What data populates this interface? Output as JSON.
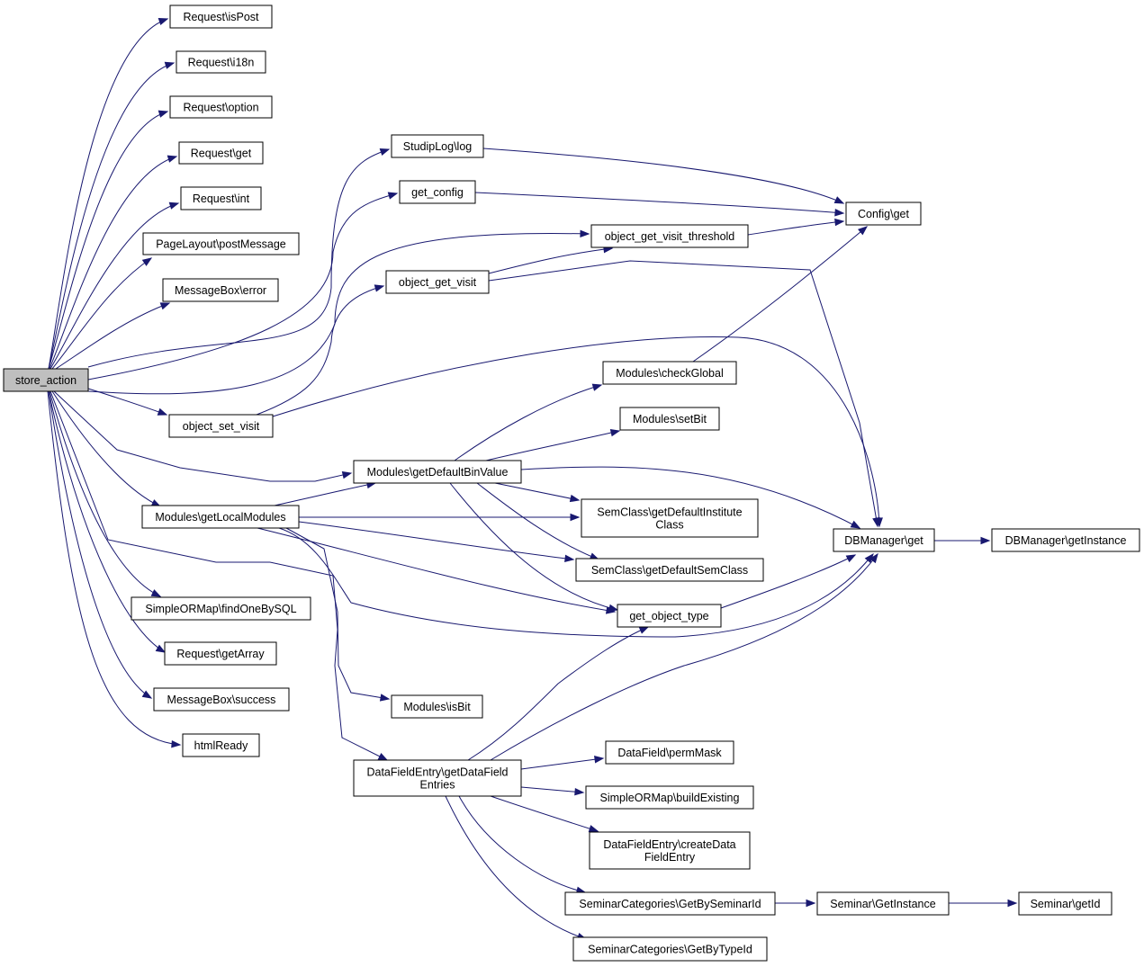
{
  "graph": {
    "edge_color": "#191970",
    "root_fill": "#bfbfbf",
    "nodes": [
      {
        "id": "store_action",
        "lines": [
          "store_action"
        ],
        "root": true
      },
      {
        "id": "r_ispost",
        "lines": [
          "Request\\isPost"
        ]
      },
      {
        "id": "r_i18n",
        "lines": [
          "Request\\i18n"
        ]
      },
      {
        "id": "r_option",
        "lines": [
          "Request\\option"
        ]
      },
      {
        "id": "r_get",
        "lines": [
          "Request\\get"
        ]
      },
      {
        "id": "r_int",
        "lines": [
          "Request\\int"
        ]
      },
      {
        "id": "pl_postmessage",
        "lines": [
          "PageLayout\\postMessage"
        ]
      },
      {
        "id": "mb_error",
        "lines": [
          "MessageBox\\error"
        ]
      },
      {
        "id": "object_set_visit",
        "lines": [
          "object_set_visit"
        ]
      },
      {
        "id": "mod_getlocal",
        "lines": [
          "Modules\\getLocalModules"
        ]
      },
      {
        "id": "som_findone",
        "lines": [
          "SimpleORMap\\findOneBySQL"
        ]
      },
      {
        "id": "r_getarray",
        "lines": [
          "Request\\getArray"
        ]
      },
      {
        "id": "mb_success",
        "lines": [
          "MessageBox\\success"
        ]
      },
      {
        "id": "htmlready",
        "lines": [
          "htmlReady"
        ]
      },
      {
        "id": "studiplog",
        "lines": [
          "StudipLog\\log"
        ]
      },
      {
        "id": "get_config",
        "lines": [
          "get_config"
        ]
      },
      {
        "id": "obj_get_visit",
        "lines": [
          "object_get_visit"
        ]
      },
      {
        "id": "mod_getdefault",
        "lines": [
          "Modules\\getDefaultBinValue"
        ]
      },
      {
        "id": "mod_isbit",
        "lines": [
          "Modules\\isBit"
        ]
      },
      {
        "id": "dfe_getentries",
        "lines": [
          "DataFieldEntry\\getDataField",
          "Entries"
        ]
      },
      {
        "id": "obj_get_visit_threshold",
        "lines": [
          "object_get_visit_threshold"
        ]
      },
      {
        "id": "mod_checkglobal",
        "lines": [
          "Modules\\checkGlobal"
        ]
      },
      {
        "id": "mod_setbit",
        "lines": [
          "Modules\\setBit"
        ]
      },
      {
        "id": "sc_defaultinst",
        "lines": [
          "SemClass\\getDefaultInstitute",
          "Class"
        ]
      },
      {
        "id": "sc_defaultsem",
        "lines": [
          "SemClass\\getDefaultSemClass"
        ]
      },
      {
        "id": "get_object_type",
        "lines": [
          "get_object_type"
        ]
      },
      {
        "id": "df_permmask",
        "lines": [
          "DataField\\permMask"
        ]
      },
      {
        "id": "som_buildexisting",
        "lines": [
          "SimpleORMap\\buildExisting"
        ]
      },
      {
        "id": "dfe_create",
        "lines": [
          "DataFieldEntry\\createData",
          "FieldEntry"
        ]
      },
      {
        "id": "scat_byseminar",
        "lines": [
          "SeminarCategories\\GetBySeminarId"
        ]
      },
      {
        "id": "scat_bytype",
        "lines": [
          "SeminarCategories\\GetByTypeId"
        ]
      },
      {
        "id": "config_get",
        "lines": [
          "Config\\get"
        ]
      },
      {
        "id": "dbm_get",
        "lines": [
          "DBManager\\get"
        ]
      },
      {
        "id": "dbm_getinstance",
        "lines": [
          "DBManager\\getInstance"
        ]
      },
      {
        "id": "sem_getinstance",
        "lines": [
          "Seminar\\GetInstance"
        ]
      },
      {
        "id": "sem_getid",
        "lines": [
          "Seminar\\getId"
        ]
      }
    ],
    "edges": [
      [
        "store_action",
        "r_ispost"
      ],
      [
        "store_action",
        "r_i18n"
      ],
      [
        "store_action",
        "r_option"
      ],
      [
        "store_action",
        "r_get"
      ],
      [
        "store_action",
        "r_int"
      ],
      [
        "store_action",
        "pl_postmessage"
      ],
      [
        "store_action",
        "mb_error"
      ],
      [
        "store_action",
        "studiplog"
      ],
      [
        "store_action",
        "get_config"
      ],
      [
        "store_action",
        "object_set_visit"
      ],
      [
        "store_action",
        "obj_get_visit_threshold"
      ],
      [
        "store_action",
        "mod_getdefault"
      ],
      [
        "store_action",
        "mod_getlocal"
      ],
      [
        "store_action",
        "dfe_getentries"
      ],
      [
        "store_action",
        "som_findone"
      ],
      [
        "store_action",
        "r_getarray"
      ],
      [
        "store_action",
        "mb_success"
      ],
      [
        "store_action",
        "htmlready"
      ],
      [
        "object_set_visit",
        "obj_get_visit"
      ],
      [
        "object_set_visit",
        "dbm_get"
      ],
      [
        "studiplog",
        "config_get"
      ],
      [
        "get_config",
        "config_get"
      ],
      [
        "obj_get_visit_threshold",
        "config_get"
      ],
      [
        "obj_get_visit",
        "obj_get_visit_threshold"
      ],
      [
        "obj_get_visit",
        "dbm_get"
      ],
      [
        "mod_checkglobal",
        "config_get"
      ],
      [
        "mod_getdefault",
        "mod_checkglobal"
      ],
      [
        "mod_getdefault",
        "mod_setbit"
      ],
      [
        "mod_getdefault",
        "dbm_get"
      ],
      [
        "mod_getdefault",
        "sc_defaultinst"
      ],
      [
        "mod_getdefault",
        "sc_defaultsem"
      ],
      [
        "mod_getdefault",
        "get_object_type"
      ],
      [
        "mod_getlocal",
        "mod_getdefault"
      ],
      [
        "mod_getlocal",
        "sc_defaultinst"
      ],
      [
        "mod_getlocal",
        "sc_defaultsem"
      ],
      [
        "mod_getlocal",
        "get_object_type"
      ],
      [
        "mod_getlocal",
        "dbm_get"
      ],
      [
        "mod_getlocal",
        "mod_isbit"
      ],
      [
        "get_object_type",
        "dbm_get"
      ],
      [
        "dbm_get",
        "dbm_getinstance"
      ],
      [
        "dfe_getentries",
        "get_object_type"
      ],
      [
        "dfe_getentries",
        "dbm_get"
      ],
      [
        "dfe_getentries",
        "df_permmask"
      ],
      [
        "dfe_getentries",
        "som_buildexisting"
      ],
      [
        "dfe_getentries",
        "dfe_create"
      ],
      [
        "dfe_getentries",
        "scat_byseminar"
      ],
      [
        "dfe_getentries",
        "scat_bytype"
      ],
      [
        "scat_byseminar",
        "sem_getinstance"
      ],
      [
        "sem_getinstance",
        "sem_getid"
      ]
    ]
  }
}
